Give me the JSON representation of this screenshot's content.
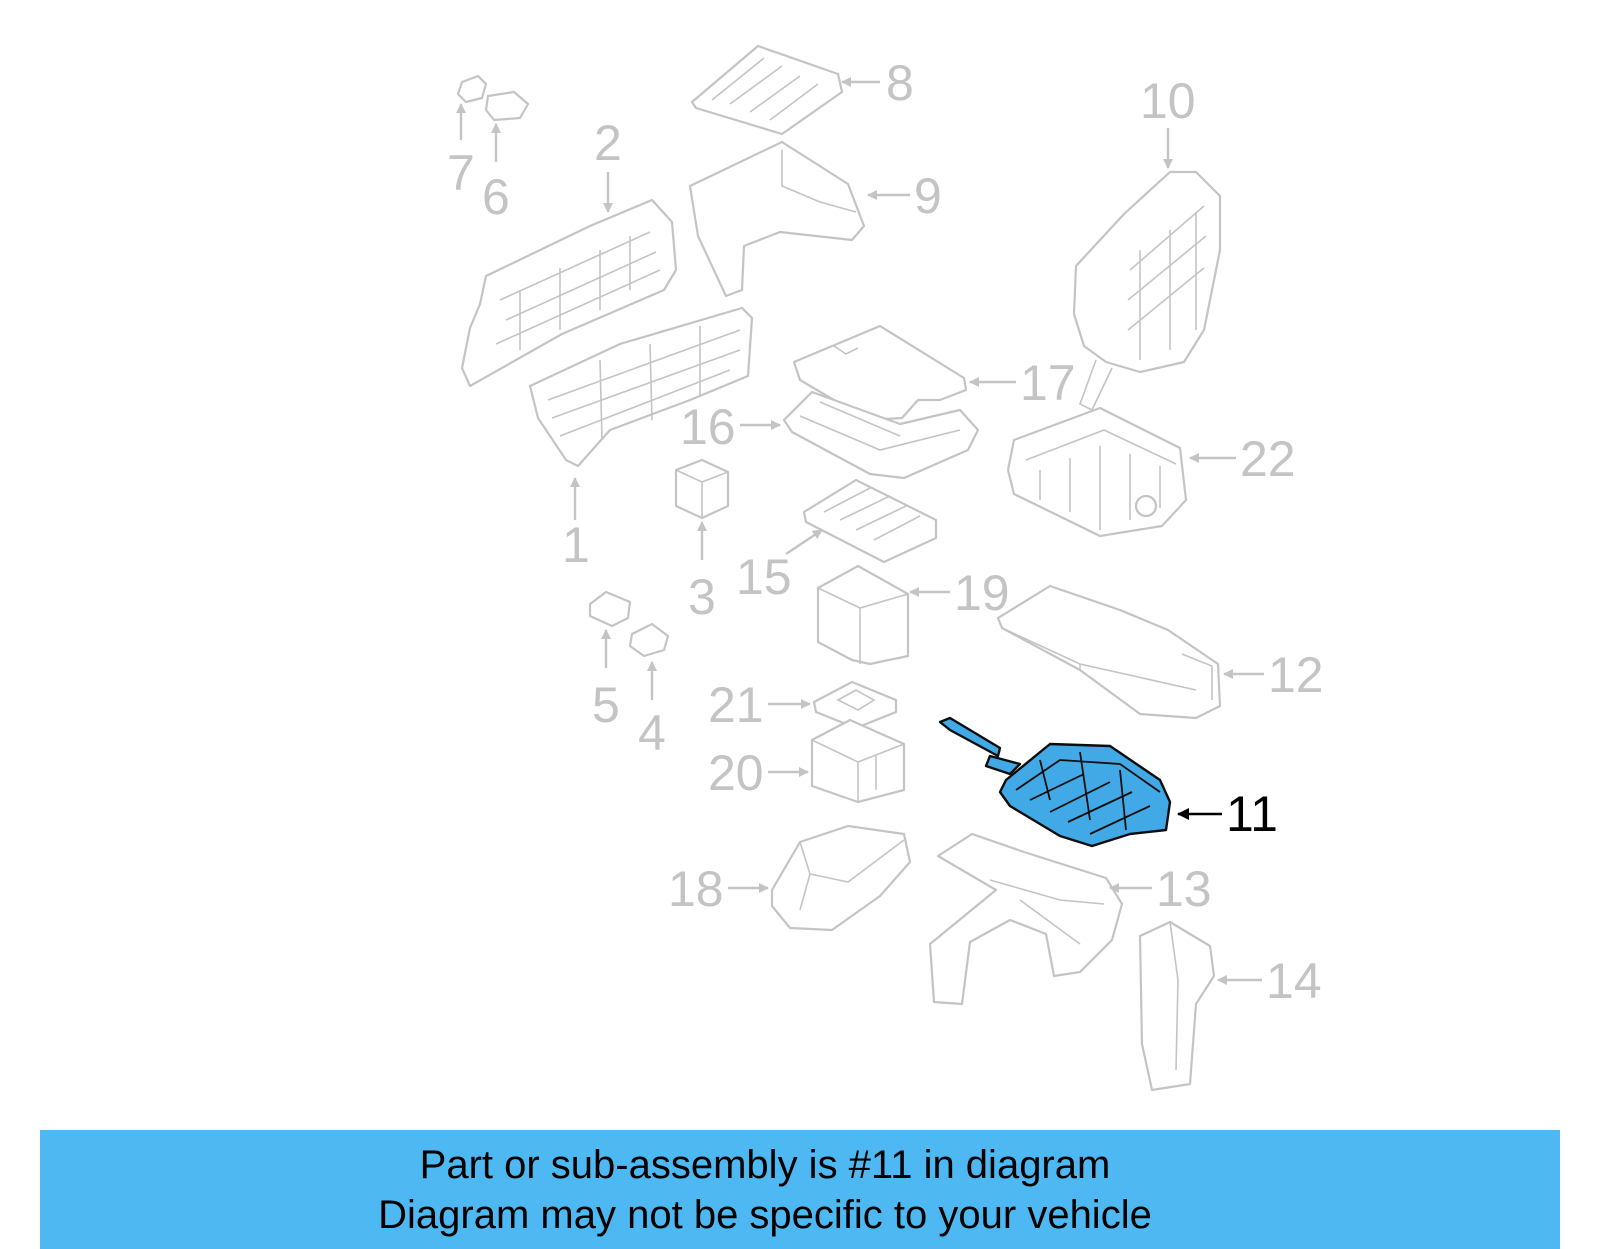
{
  "diagram": {
    "highlight_color": "#41a9e6",
    "line_color": "#c4c4c4",
    "callouts": [
      "1",
      "2",
      "3",
      "4",
      "5",
      "6",
      "7",
      "8",
      "9",
      "10",
      "11",
      "12",
      "13",
      "14",
      "15",
      "16",
      "17",
      "18",
      "19",
      "20",
      "21",
      "22"
    ],
    "highlighted_callout": "11"
  },
  "footer": {
    "background": "#4db8f2",
    "line1": "Part or sub-assembly is #11 in diagram",
    "line2": "Diagram may not be specific to your vehicle"
  }
}
